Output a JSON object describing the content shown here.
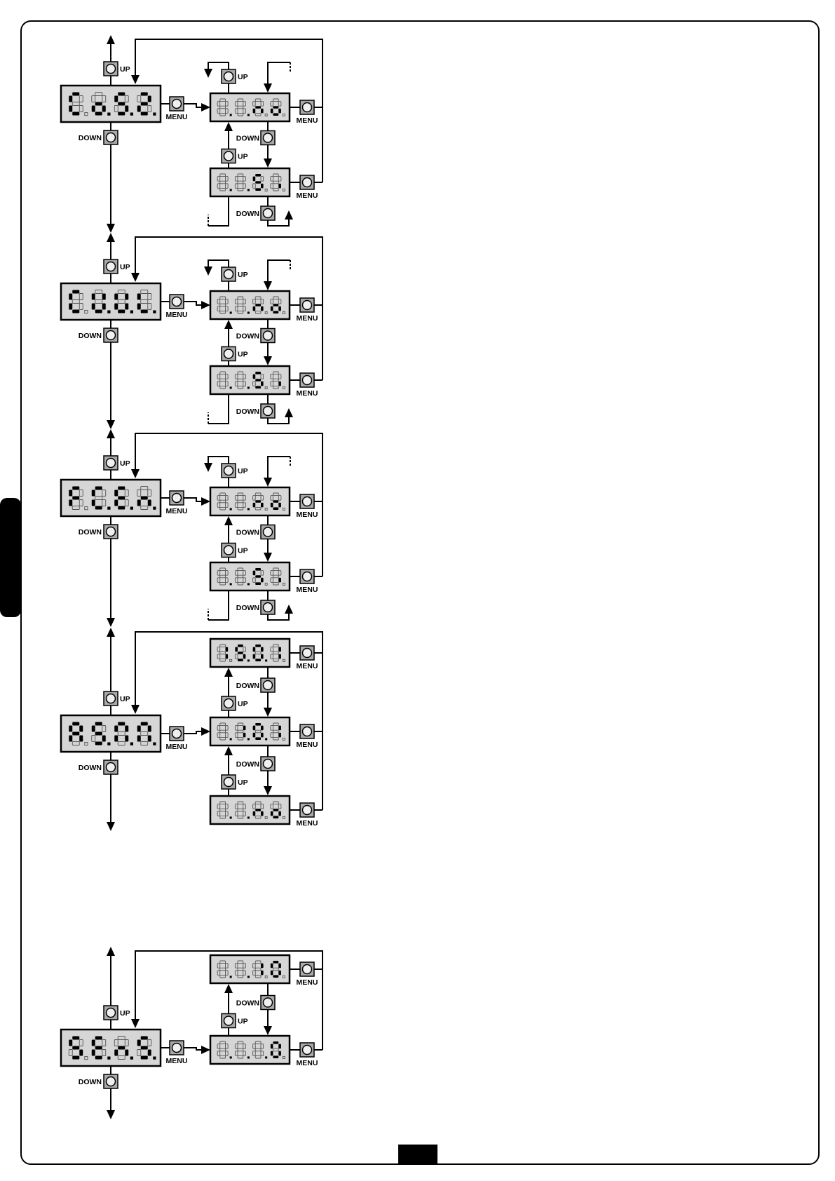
{
  "labels": {
    "up": "UP",
    "down": "DOWN",
    "menu": "MENU"
  },
  "colors": {
    "display_bg": "#d6d6d6",
    "button_bg": "#a9a9a9",
    "ink": "#000000",
    "side_tab": "#000000"
  },
  "icons": {
    "button": "round-push-button-icon",
    "arrow": "arrow-head-icon"
  },
  "sections": [
    {
      "id": "cos2",
      "main": [
        "C",
        "o",
        "S",
        "2"
      ],
      "values": [
        {
          "digits": [
            "",
            "",
            "n",
            "o"
          ],
          "dots": [
            true,
            true,
            false,
            false
          ]
        },
        {
          "digits": [
            "",
            "",
            "S",
            "i"
          ],
          "dots": [
            true,
            true,
            false,
            false
          ]
        }
      ]
    },
    {
      "id": "cvel",
      "main": [
        "C",
        "V",
        "U",
        "L"
      ],
      "values": [
        {
          "digits": [
            "",
            "",
            "n",
            "o"
          ],
          "dots": [
            true,
            true,
            false,
            false
          ]
        },
        {
          "digits": [
            "",
            "",
            "S",
            "i"
          ],
          "dots": [
            true,
            true,
            false,
            false
          ]
        }
      ]
    },
    {
      "id": "fcen",
      "main": [
        "F",
        "C",
        "E",
        "n"
      ],
      "values": [
        {
          "digits": [
            "",
            "",
            "n",
            "o"
          ],
          "dots": [
            true,
            true,
            false,
            false
          ]
        },
        {
          "digits": [
            "",
            "",
            "S",
            "i"
          ],
          "dots": [
            true,
            true,
            false,
            false
          ]
        }
      ]
    },
    {
      "id": "asm",
      "main": [
        "A",
        "S",
        "M",
        "M"
      ],
      "values": [
        {
          "digits": [
            "1",
            "5",
            "0",
            "1"
          ],
          "dots": [
            false,
            true,
            true,
            false
          ]
        },
        {
          "digits": [
            "",
            "1",
            "0",
            "1"
          ],
          "dots": [
            true,
            true,
            true,
            false
          ]
        },
        {
          "digits": [
            "",
            "",
            "n",
            "o"
          ],
          "dots": [
            true,
            true,
            false,
            false
          ]
        }
      ]
    },
    {
      "id": "sens",
      "main": [
        "S",
        "E",
        "n",
        "S"
      ],
      "values": [
        {
          "digits": [
            "",
            "",
            "1",
            "0"
          ],
          "dots": [
            true,
            true,
            false,
            false
          ]
        },
        {
          "digits": [
            "",
            "",
            "",
            "0"
          ],
          "dots": [
            true,
            true,
            true,
            false
          ]
        }
      ]
    }
  ]
}
